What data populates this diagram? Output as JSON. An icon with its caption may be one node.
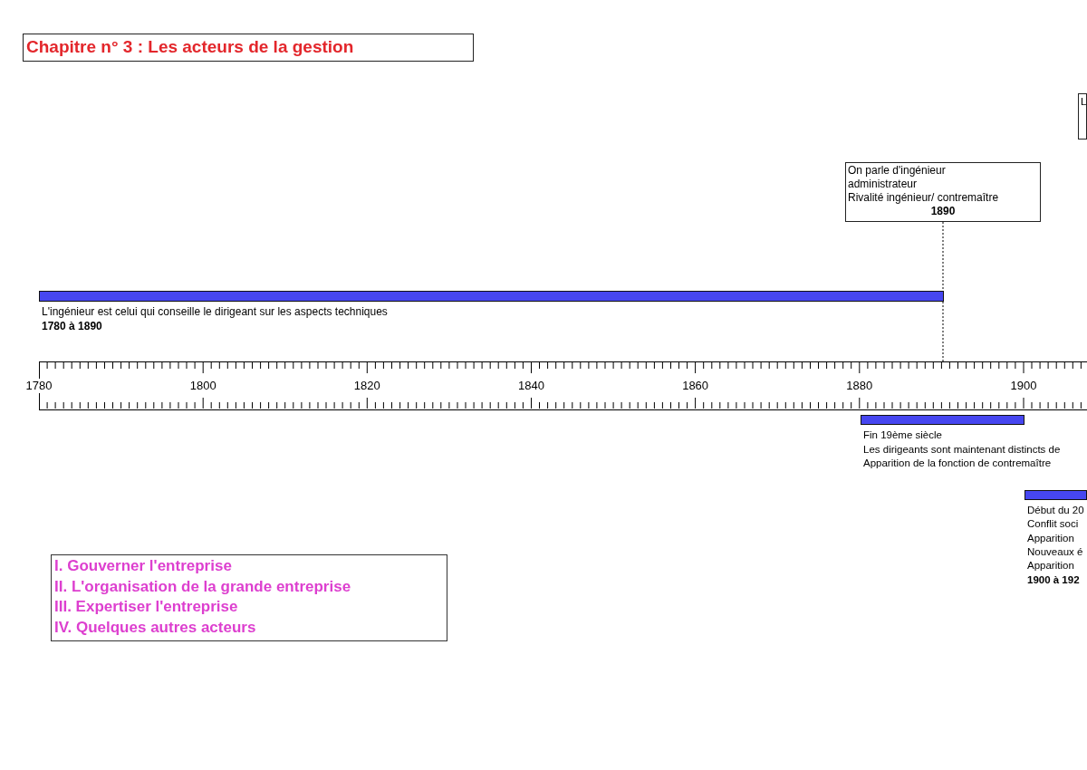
{
  "diagram": {
    "title": "Chapitre n° 3 : Les acteurs de la gestion",
    "nodes": [
      {
        "text": [
          "L"
        ]
      },
      {
        "text": [
          "On parle d'ingénieur administrateur",
          "Rivalité ingénieur/ contremaître",
          "1890"
        ]
      },
      {
        "text": [],
        "shape": "bar",
        "beside": [
          "L'ingénieur est celui qui conseille le dirigeant sur les aspects techniques",
          "1780 à 1890"
        ]
      },
      {
        "text": [
          "1780",
          "1800",
          "1820",
          "1840",
          "1860",
          "1880",
          "1900"
        ]
      },
      {
        "text": [],
        "shape": "bar",
        "beside": [
          "Fin 19ème siècle",
          "Les dirigeants sont maintenant distincts de",
          "Apparition de la fonction de contremaître"
        ]
      },
      {
        "text": [],
        "shape": "bar",
        "beside": [
          "Début du 20",
          "Conflit soci",
          "Apparition",
          "Nouveaux é",
          "Apparition",
          "1900 à 192"
        ]
      },
      {
        "text": [
          "I. Gouverner l'entreprise",
          "II. L'organisation de la grande entreprise",
          "III. Expertiser l'entreprise",
          "IV. Quelques autres acteurs"
        ]
      }
    ],
    "edges": [
      {
        "from": 1,
        "to": 3,
        "arrow": "none",
        "style": "dashed"
      }
    ]
  }
}
